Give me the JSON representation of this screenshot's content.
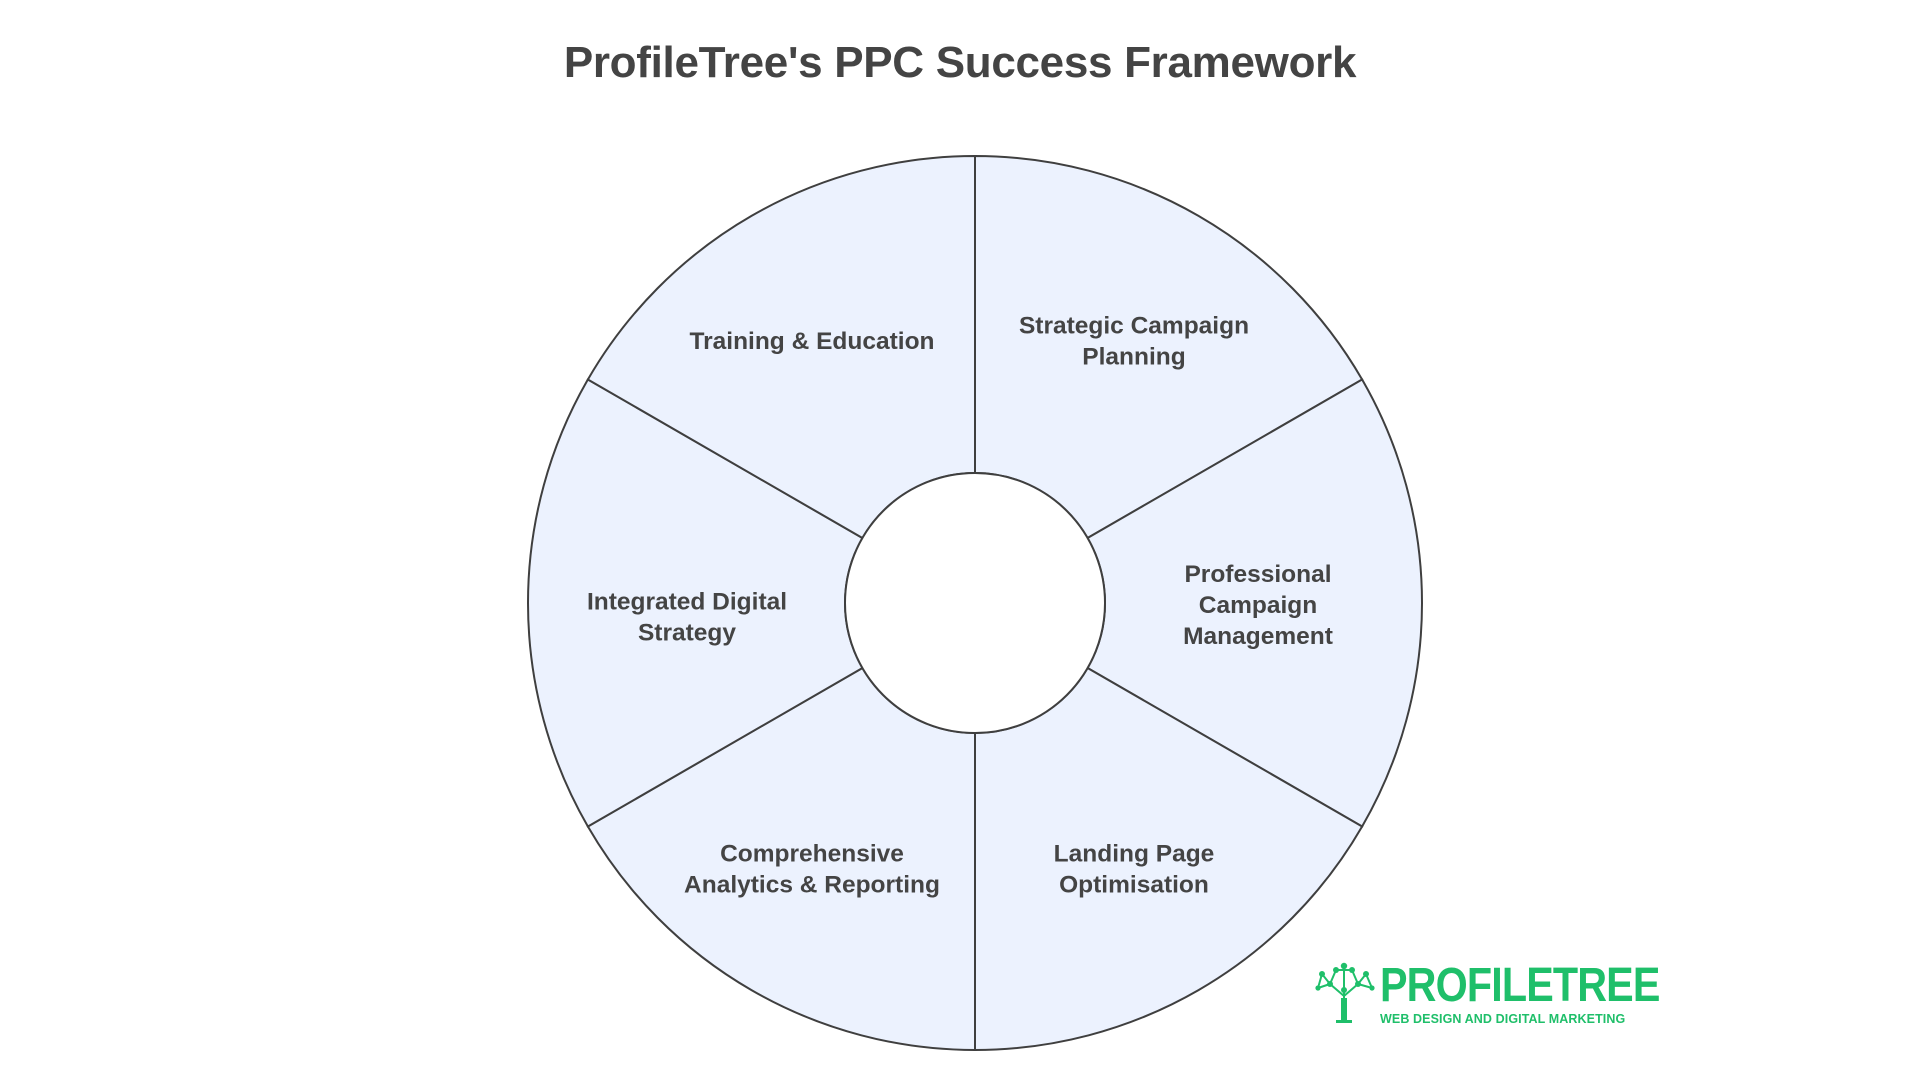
{
  "title": "ProfileTree's PPC Success Framework",
  "colors": {
    "segment_fill": "#ecf2fe",
    "stroke": "#3f3f3f",
    "center_fill": "#ffffff",
    "label_text": "#444444",
    "logo_green": "#1fbf6a"
  },
  "segments": [
    {
      "lines": [
        "Strategic Campaign",
        "Planning"
      ]
    },
    {
      "lines": [
        "Professional",
        "Campaign",
        "Management"
      ]
    },
    {
      "lines": [
        "Landing Page",
        "Optimisation"
      ]
    },
    {
      "lines": [
        "Comprehensive",
        "Analytics & Reporting"
      ]
    },
    {
      "lines": [
        "Integrated Digital",
        "Strategy"
      ]
    },
    {
      "lines": [
        "Training & Education"
      ]
    }
  ],
  "logo": {
    "wordmark": "PROFILETREE",
    "tagline": "WEB DESIGN AND DIGITAL MARKETING",
    "icon": "tree-network-icon"
  }
}
